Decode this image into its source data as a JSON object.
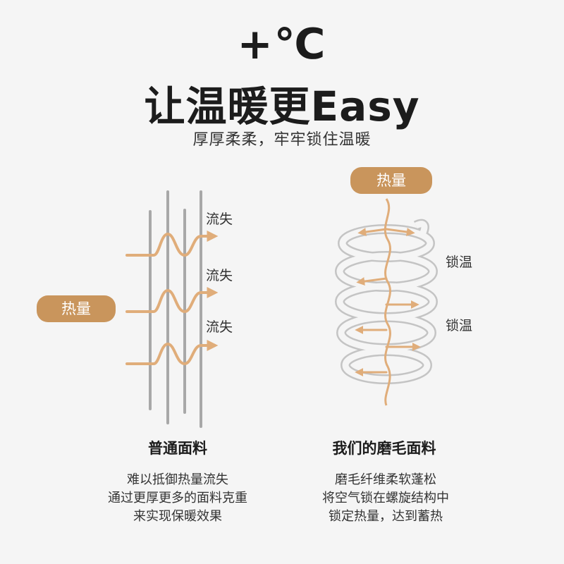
{
  "header": {
    "temp_symbol": "+℃",
    "headline": "让温暖更Easy",
    "subheadline": "厚厚柔柔，牢牢锁住温暖"
  },
  "left_panel": {
    "heat_label": "热量",
    "loss_labels": [
      "流失",
      "流失",
      "流失"
    ],
    "title": "普通面料",
    "description": [
      "难以抵御热量流失",
      "通过更厚更多的面料克重",
      "来实现保暖效果"
    ]
  },
  "right_panel": {
    "heat_label": "热量",
    "lock_labels": [
      "锁温",
      "锁温"
    ],
    "title": "我们的磨毛面料",
    "description": [
      "磨毛纤维柔软蓬松",
      "将空气锁在螺旋结构中",
      "锁定热量，达到蓄热"
    ]
  },
  "colors": {
    "accent": "#c9955c",
    "arrow": "#e0ad7a",
    "fiber": "#a8a8a8",
    "coil_outline": "#c4c4c4"
  },
  "icons": [
    "arrow-right-icon",
    "arrow-left-icon",
    "spiral-coil-icon",
    "fabric-fiber-icon"
  ]
}
